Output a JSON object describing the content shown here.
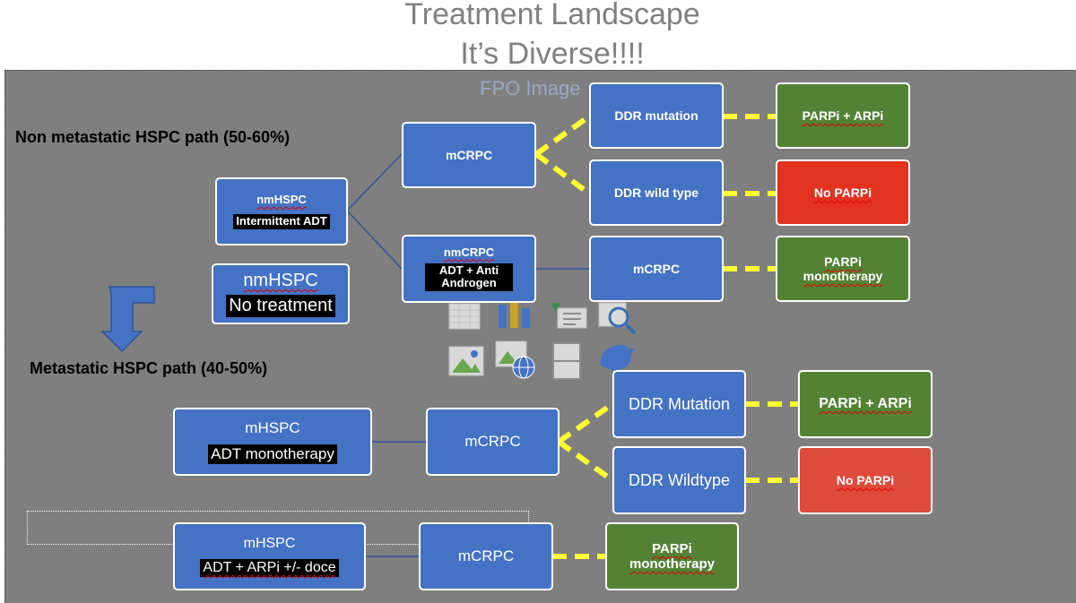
{
  "title": {
    "line1": "Treatment Landscape",
    "line2": "It’s Diverse!!!!"
  },
  "placeholder_text": "FPO Image",
  "labels": {
    "non_metastatic": "Non metastatic HSPC path (50-60%)",
    "metastatic": "Metastatic HSPC path (40-50%)"
  },
  "boxes": {
    "nmhspc_adt": {
      "title": "nmHSPC",
      "sub": "Intermittent ADT"
    },
    "nmhspc_none": {
      "title": "nmHSPC",
      "sub": "No treatment"
    },
    "mcrpc_top": {
      "title": "mCRPC"
    },
    "nmcrpc": {
      "title": "nmCRPC",
      "sub": "ADT + Anti Androgen"
    },
    "ddr_mutation_top": {
      "title": "DDR mutation"
    },
    "ddr_wild_top": {
      "title": "DDR wild type"
    },
    "mcrpc_mid": {
      "title": "mCRPC"
    },
    "parpi_arpi_top": {
      "title": "PARPi + ARPi"
    },
    "no_parpi_top": {
      "title": "No PARPi"
    },
    "parpi_mono_top": {
      "title": "PARPi monotherapy"
    },
    "mhspc_adt": {
      "title": "mHSPC",
      "sub": "ADT monotherapy"
    },
    "mcrpc_bottom1": {
      "title": "mCRPC"
    },
    "ddr_mutation_bottom": {
      "title": "DDR Mutation"
    },
    "ddr_wild_bottom": {
      "title": "DDR Wildtype"
    },
    "parpi_arpi_bottom": {
      "title": "PARPi + ARPi"
    },
    "no_parpi_bottom": {
      "title": "No PARPi"
    },
    "mhspc_doce": {
      "title": "mHSPC",
      "sub": "ADT + ARPi +/- doce"
    },
    "mcrpc_bottom2": {
      "title": "mCRPC"
    },
    "parpi_mono_bottom": {
      "title": "PARPi monotherapy"
    }
  },
  "colors": {
    "box_blue": "#4472c4",
    "box_green": "#548235",
    "box_red": "#e3321f",
    "connector_yellow": "#ffff33",
    "panel_gray": "#7f7f7f"
  },
  "icons": [
    "table-icon",
    "chart-icon",
    "smartart-icon",
    "picture-search-icon",
    "picture-icon",
    "online-picture-icon",
    "layout-icon",
    "icon-bird-icon",
    "down-arrow-icon"
  ]
}
